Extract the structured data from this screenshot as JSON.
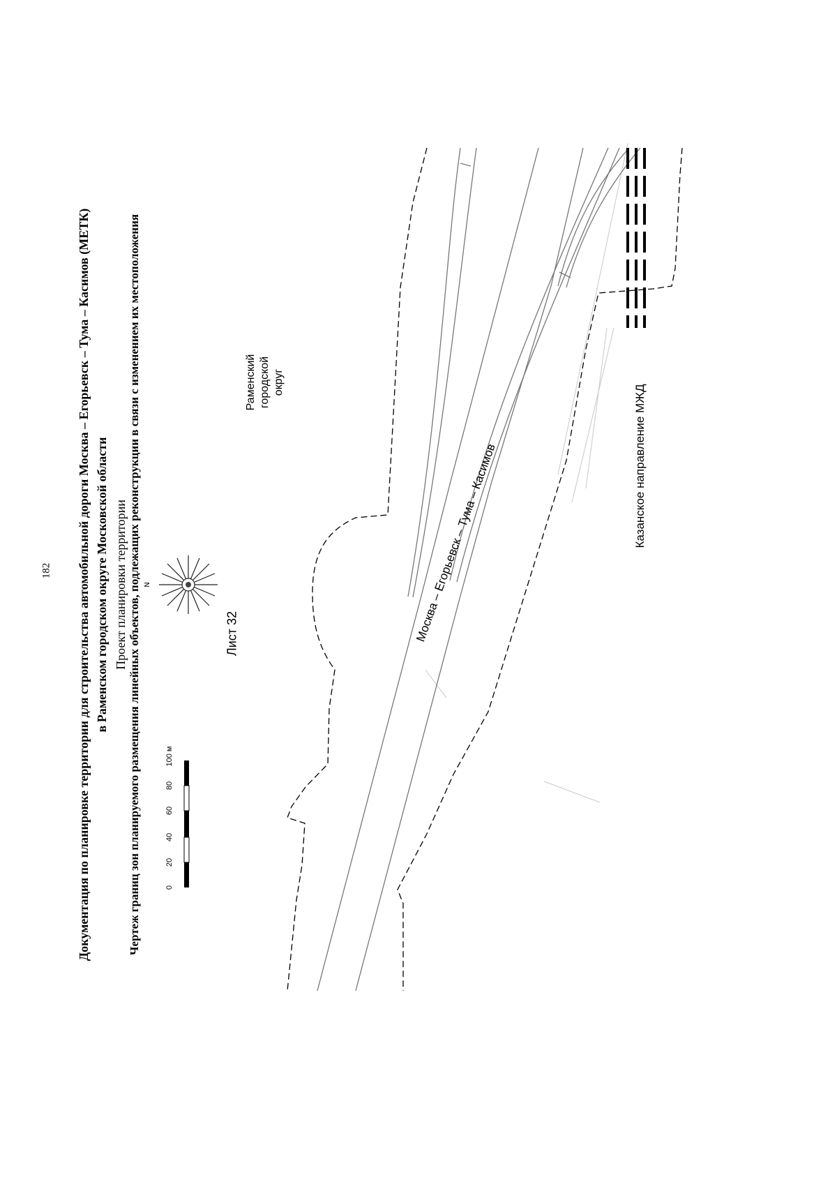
{
  "page_number": "182",
  "title": {
    "line1": "Документация по планировке территории для строительства автомобильной дороги Москва – Егорьевск – Тума – Касимов (МЕТК)",
    "line2": "в Раменском городском округе Московской области",
    "line3": "Проект планировки территории",
    "line4": "Чертеж границ зон планируемого размещения линейных объектов, подлежащих реконструкции в связи с изменением их местоположения"
  },
  "compass": {
    "north_label": "N"
  },
  "sheet_label": "Лист 32",
  "district_label": [
    "Раменский",
    "городской",
    "округ"
  ],
  "road_label": "Москва – Егорьевск – Тума – Касимов",
  "railway_label": "Казанское направление МЖД",
  "scale_bar": {
    "ticks": [
      "0",
      "20",
      "40",
      "60",
      "80",
      "100 м"
    ]
  },
  "colors": {
    "ink": "#000000",
    "road_line": "#777777",
    "faint": "#c8c8c8",
    "rail_gap": "#d9d9d9"
  }
}
